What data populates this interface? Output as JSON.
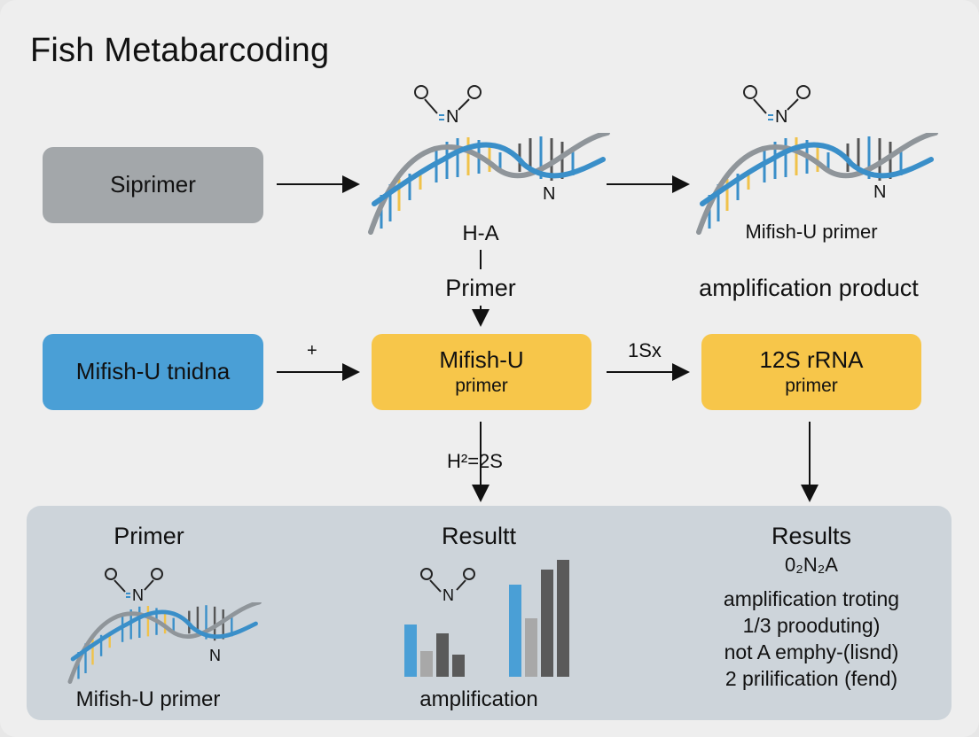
{
  "title": "Fish Metabarcoding",
  "boxes": {
    "siprimer": "Siprimer",
    "mifish_tnidna": "Mifish-U tnidna",
    "mifish_primer": {
      "main": "Mifish-U",
      "sub": "primer"
    },
    "rrna_primer": {
      "main": "12S rRNA",
      "sub": "primer"
    }
  },
  "labels": {
    "dna1_n": "N",
    "dna2_n": "N",
    "ha": "H-A",
    "primer": "Primer",
    "mifish_u_primer_top": "Mifish-U primer",
    "amplification_product": "amplification product",
    "plus": "+",
    "one_s": "1Sx",
    "h2_2s": "H²=2S"
  },
  "molecule": {
    "o_left": "O",
    "n": "N",
    "o_right": "O"
  },
  "panel": {
    "left_title": "Primer",
    "left_caption": "Mifish-U primer",
    "left_n": "N",
    "mid_title": "Resultt",
    "mid_caption": "amplification",
    "right_title": "Results",
    "right_formula": "0₂N₂A",
    "right_lines": [
      "amplification troting",
      "1/3 prooduting)",
      "not A emphy-(lisnd)",
      "2 prilification (fend)"
    ]
  },
  "colors": {
    "gray_box": "#a3a7aa",
    "blue_box": "#4a9fd6",
    "yellow_box": "#f7c64a",
    "panel": "#cdd4da",
    "blue_bar": "#4a9fd6",
    "gray_bar": "#a8a8a8",
    "dark_bar": "#5a5a5a"
  },
  "bar_groups": [
    {
      "values": [
        0.45,
        0.22,
        0.37,
        0.19
      ]
    },
    {
      "values": [
        0.79,
        0.5,
        0.92,
        1.0
      ]
    }
  ]
}
